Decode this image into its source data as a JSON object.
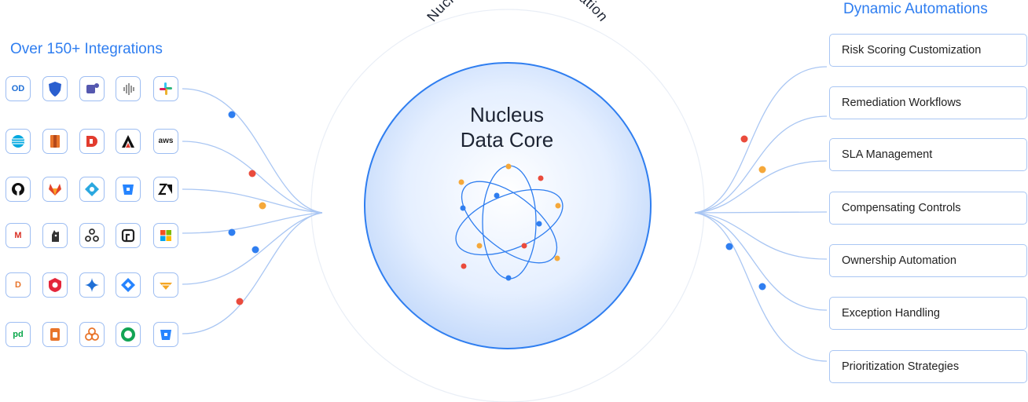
{
  "integrations": {
    "heading": "Over 150+ Integrations",
    "tiles": [
      {
        "icon": "onedrive-od-icon",
        "text": "OD",
        "color": "#1f6fd6"
      },
      {
        "icon": "shield-icon",
        "text": "",
        "color": "#2a5fcf"
      },
      {
        "icon": "teams-icon",
        "text": "",
        "color": "#5558af"
      },
      {
        "icon": "soundwave-icon",
        "text": "",
        "color": "#666666"
      },
      {
        "icon": "slack-icon",
        "text": "",
        "color": "#e01e5a"
      },
      {
        "icon": "globe-icon",
        "text": "",
        "color": "#00a8e0"
      },
      {
        "icon": "aws-service-icon",
        "text": "",
        "color": "#e8742a"
      },
      {
        "icon": "brand-d-icon",
        "text": "",
        "color": "#e23b2e"
      },
      {
        "icon": "triangle-a-icon",
        "text": "",
        "color": "#111111"
      },
      {
        "icon": "aws-icon",
        "text": "aws",
        "color": "#222222"
      },
      {
        "icon": "github-icon",
        "text": "",
        "color": "#111111"
      },
      {
        "icon": "gitlab-icon",
        "text": "",
        "color": "#e2432a"
      },
      {
        "icon": "diamond-icon",
        "text": "",
        "color": "#2ba8e0"
      },
      {
        "icon": "bitbucket-icon",
        "text": "",
        "color": "#2684ff"
      },
      {
        "icon": "zendesk-icon",
        "text": "",
        "color": "#111111"
      },
      {
        "icon": "gmail-icon",
        "text": "M",
        "color": "#d93025"
      },
      {
        "icon": "knight-icon",
        "text": "",
        "color": "#333333"
      },
      {
        "icon": "webhook-icon",
        "text": "",
        "color": "#333333"
      },
      {
        "icon": "brand-r-icon",
        "text": "",
        "color": "#222222"
      },
      {
        "icon": "microsoft-icon",
        "text": "",
        "color": "#f25022"
      },
      {
        "icon": "brand-d-orange-icon",
        "text": "D",
        "color": "#e8742a"
      },
      {
        "icon": "qualys-icon",
        "text": "",
        "color": "#e4253a"
      },
      {
        "icon": "sparkle-icon",
        "text": "",
        "color": "#1f6fd6"
      },
      {
        "icon": "jira-icon",
        "text": "",
        "color": "#2684ff"
      },
      {
        "icon": "bird-icon",
        "text": "",
        "color": "#f5a623"
      },
      {
        "icon": "pagerduty-icon",
        "text": "pd",
        "color": "#0aa64a"
      },
      {
        "icon": "brand-b-icon",
        "text": "",
        "color": "#e8742a"
      },
      {
        "icon": "cloud-flower-icon",
        "text": "",
        "color": "#e8742a"
      },
      {
        "icon": "ring-icon",
        "text": "",
        "color": "#12a454"
      },
      {
        "icon": "bitbucket-icon",
        "text": "",
        "color": "#2684ff"
      }
    ]
  },
  "core": {
    "arc_label": "Nucleus Dynamic Automation",
    "title_line1": "Nucleus",
    "title_line2": "Data Core"
  },
  "automations": {
    "heading": "Dynamic Automations",
    "items": [
      "Risk Scoring Customization",
      "Remediation Workflows",
      "SLA Management",
      "Compensating Controls",
      "Ownership Automation",
      "Exception Handling",
      "Prioritization Strategies"
    ]
  },
  "colors": {
    "accent": "#2f7ef0",
    "node_blue": "#2f7ef0",
    "node_red": "#ea4b3c",
    "node_orange": "#f5a83a"
  }
}
